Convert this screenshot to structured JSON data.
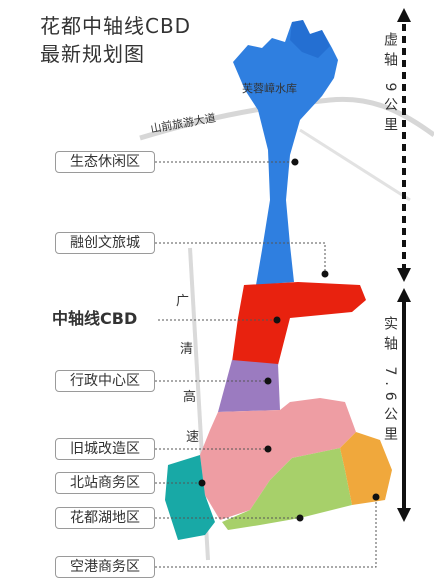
{
  "title": {
    "line1": "花都中轴线CBD",
    "line2": "最新规划图"
  },
  "reservoir_label": "芙蓉嶂水库",
  "road_labels": {
    "shanqian": "山前旅游大道",
    "guangqing": [
      "广",
      "清",
      "高",
      "速"
    ]
  },
  "zones": [
    {
      "name": "生态休闲区",
      "color": "#2f7fe0"
    },
    {
      "name": "融创文旅城",
      "color": "#2f7fe0"
    },
    {
      "name": "中轴线CBD",
      "color": "#e8220f"
    },
    {
      "name": "行政中心区",
      "color": "#9b7bc0"
    },
    {
      "name": "旧城改造区",
      "color": "#ee9da3"
    },
    {
      "name": "北站商务区",
      "color": "#18a9a6"
    },
    {
      "name": "花都湖地区",
      "color": "#a7d06a"
    },
    {
      "name": "空港商务区",
      "color": "#f0a83c"
    }
  ],
  "axis": {
    "virtual": "虚轴 9公里",
    "real": "实轴 7.6公里"
  }
}
